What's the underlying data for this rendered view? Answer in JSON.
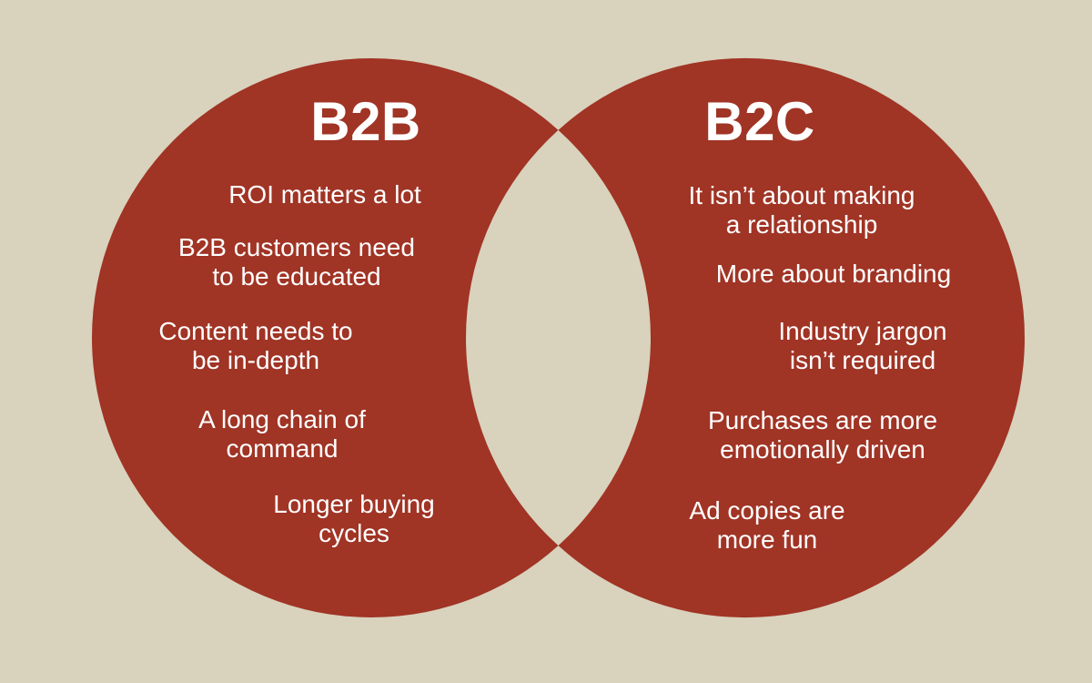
{
  "colors": {
    "background": "#D9D2BD",
    "circle": "#A03425",
    "text": "#FFFFFF"
  },
  "diagram": {
    "type": "venn-comparison",
    "left": {
      "title": "B2B",
      "items": [
        "ROI matters a lot",
        "B2B customers need\nto be educated",
        "Content needs to\nbe in-depth",
        "A long chain of\ncommand",
        "Longer buying\ncycles"
      ]
    },
    "right": {
      "title": "B2C",
      "items": [
        "It isn’t about making\na relationship",
        "More about branding",
        "Industry jargon\nisn’t required",
        "Purchases are more\nemotionally driven",
        "Ad copies are\nmore fun"
      ]
    }
  }
}
